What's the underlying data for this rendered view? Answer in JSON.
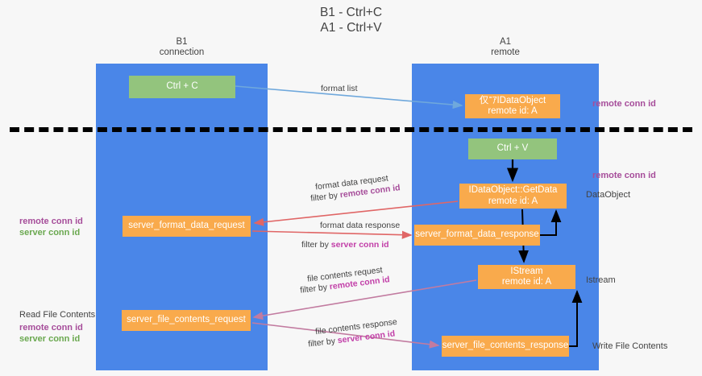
{
  "title": {
    "line1": "B1 - Ctrl+C",
    "line2": "A1 - Ctrl+V"
  },
  "lanes": [
    {
      "id": "b1",
      "line1": "B1",
      "line2": "connection",
      "color": "#4a86e8"
    },
    {
      "id": "a1",
      "line1": "A1",
      "line2": "remote",
      "color": "#4a86e8"
    }
  ],
  "nodes": [
    {
      "id": "ctrl-c",
      "line1": "Ctrl + C",
      "line2": "",
      "color": "#93c47d"
    },
    {
      "id": "idataobject-remote",
      "line1": "仅־ｱIDataObject",
      "line2": "remote id: A",
      "color": "#f9aa4c"
    },
    {
      "id": "ctrl-v",
      "line1": "Ctrl + V",
      "line2": "",
      "color": "#93c47d"
    },
    {
      "id": "getdata",
      "line1": "IDataObject::GetData",
      "line2": "remote id: A",
      "color": "#f9aa4c"
    },
    {
      "id": "server-format-data-request",
      "line1": "server_format_data_request",
      "line2": "",
      "color": "#f9aa4c"
    },
    {
      "id": "server-format-data-response",
      "line1": "server_format_data_response",
      "line2": "",
      "color": "#f9aa4c"
    },
    {
      "id": "istream",
      "line1": "IStream",
      "line2": "remote id: A",
      "color": "#f9aa4c"
    },
    {
      "id": "server-file-contents-request",
      "line1": "server_file_contents_request",
      "line2": "",
      "color": "#f9aa4c"
    },
    {
      "id": "server-file-contents-response",
      "line1": "server_file_contents_response",
      "line2": "",
      "color": "#f9aa4c"
    }
  ],
  "edge_labels": {
    "format_list": "format list",
    "format_data_request": "format data request",
    "format_data_request_filter_prefix": "filter by ",
    "format_data_request_filter_id": "remote conn id",
    "format_data_response": "format data response",
    "format_data_response_filter_prefix": "filter by ",
    "format_data_response_filter_id": "server conn id",
    "file_contents_request": "file contents request",
    "file_contents_request_filter_prefix": "filter by ",
    "file_contents_request_filter_id": "remote conn id",
    "file_contents_response": "file contents response",
    "file_contents_response_filter_prefix": "filter by ",
    "file_contents_response_filter_id": "server conn id"
  },
  "annotations": {
    "remote_conn_id_top": "remote conn id",
    "remote_conn_id_mid": "remote conn id",
    "dataobject": "DataObject",
    "istream": "Istream",
    "write_file_contents": "Write File Contents",
    "read_file_contents": "Read File Contents",
    "left_remote_conn_id_1": "remote conn id",
    "left_server_conn_id_1": "server conn id",
    "left_remote_conn_id_2": "remote conn id",
    "left_server_conn_id_2": "server conn id"
  },
  "colors": {
    "lane": "#4a86e8",
    "green_node": "#93c47d",
    "orange_node": "#f9aa4c",
    "purple_text": "#a64d9a",
    "green_text": "#6aa84f",
    "magenta_text": "#c23fa8",
    "body_text": "#434343",
    "arrow_blue": "#6fa8dc",
    "arrow_red": "#e06666",
    "arrow_magenta": "#c27ba0",
    "arrow_black": "#000000",
    "divider": "#000000",
    "background": "#f7f7f7"
  }
}
